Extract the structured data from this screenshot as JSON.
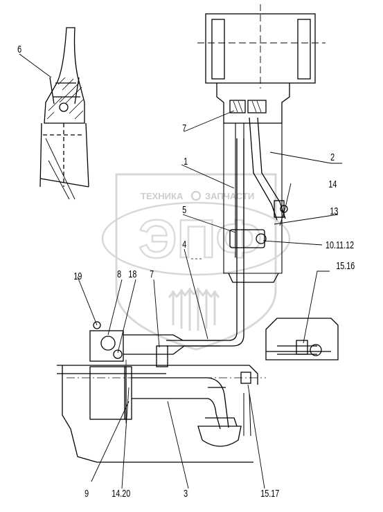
{
  "watermark": {
    "top_left": "ТЕХНИКА",
    "top_right": "ЗАПЧАСТИ",
    "logo": "ЭПФ"
  },
  "callouts": {
    "c6": "6",
    "c7_top": "7",
    "c1": "1",
    "c2": "2",
    "c14_top": "14",
    "c5": "5",
    "c13": "13",
    "c10_11_12": "10.11.12",
    "c4": "4",
    "c15_16": "15.16",
    "c19": "19",
    "c8": "8",
    "c18": "18",
    "c7_bottom": "7",
    "c9": "9",
    "c14_20": "14.20",
    "c3": "3",
    "c15_17": "15.17"
  }
}
